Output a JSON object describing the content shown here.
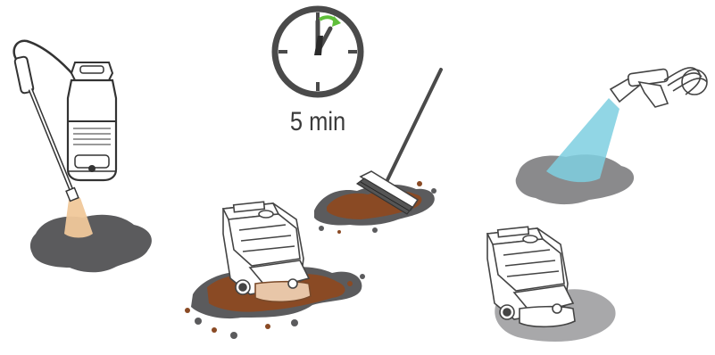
{
  "timer": {
    "label": "5 min",
    "icon": "stopwatch-icon",
    "arrow_color": "#5fbf3a"
  },
  "steps": [
    {
      "name": "pressure-sprayer",
      "icon": "sprayer-icon"
    },
    {
      "name": "scrubber-dryer-dirty",
      "icon": "scrubber-dryer-icon"
    },
    {
      "name": "push-broom",
      "icon": "broom-icon"
    },
    {
      "name": "spray-nozzle",
      "icon": "spray-nozzle-icon"
    },
    {
      "name": "scrubber-dryer-clean",
      "icon": "scrubber-dryer-icon"
    }
  ],
  "colors": {
    "stain": "#5b5b5d",
    "stain_light": "#8a8a8c",
    "dirt": "#8a4a24",
    "spray": "#f0c89a",
    "water": "#7ecfe0",
    "outline": "#444444"
  }
}
